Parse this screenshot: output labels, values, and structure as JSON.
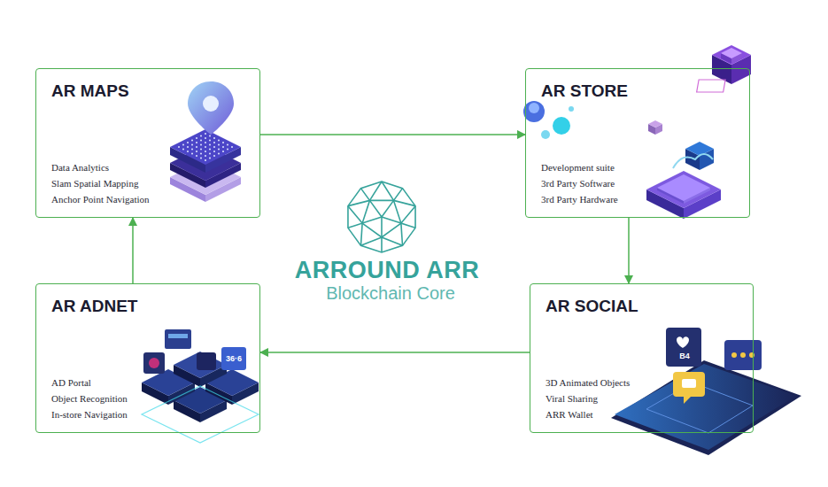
{
  "diagram": {
    "nodes": [
      {
        "text": [
          "AR MAPS",
          "Data Analytics",
          "Slam Spatial Mapping",
          "Anchor Point Navigation"
        ]
      },
      {
        "text": [
          "AR STORE",
          "Development suite",
          "3rd Party Software",
          "3rd Party Hardware"
        ]
      },
      {
        "text": [
          "AR ADNET",
          "AD Portal",
          "Object Recognition",
          "In-store Navigation"
        ]
      },
      {
        "text": [
          "AR SOCIAL",
          "3D Animated Objects",
          "Viral Sharing",
          "ARR Wallet"
        ]
      }
    ],
    "edges": [
      {
        "from": 0,
        "to": 1,
        "arrow": "to"
      },
      {
        "from": 1,
        "to": 3,
        "arrow": "to"
      },
      {
        "from": 3,
        "to": 2,
        "arrow": "to"
      },
      {
        "from": 2,
        "to": 0,
        "arrow": "to"
      }
    ],
    "labels": [
      "ARROUND ARR",
      "Blockchain Core",
      "36·6",
      "B4"
    ]
  }
}
